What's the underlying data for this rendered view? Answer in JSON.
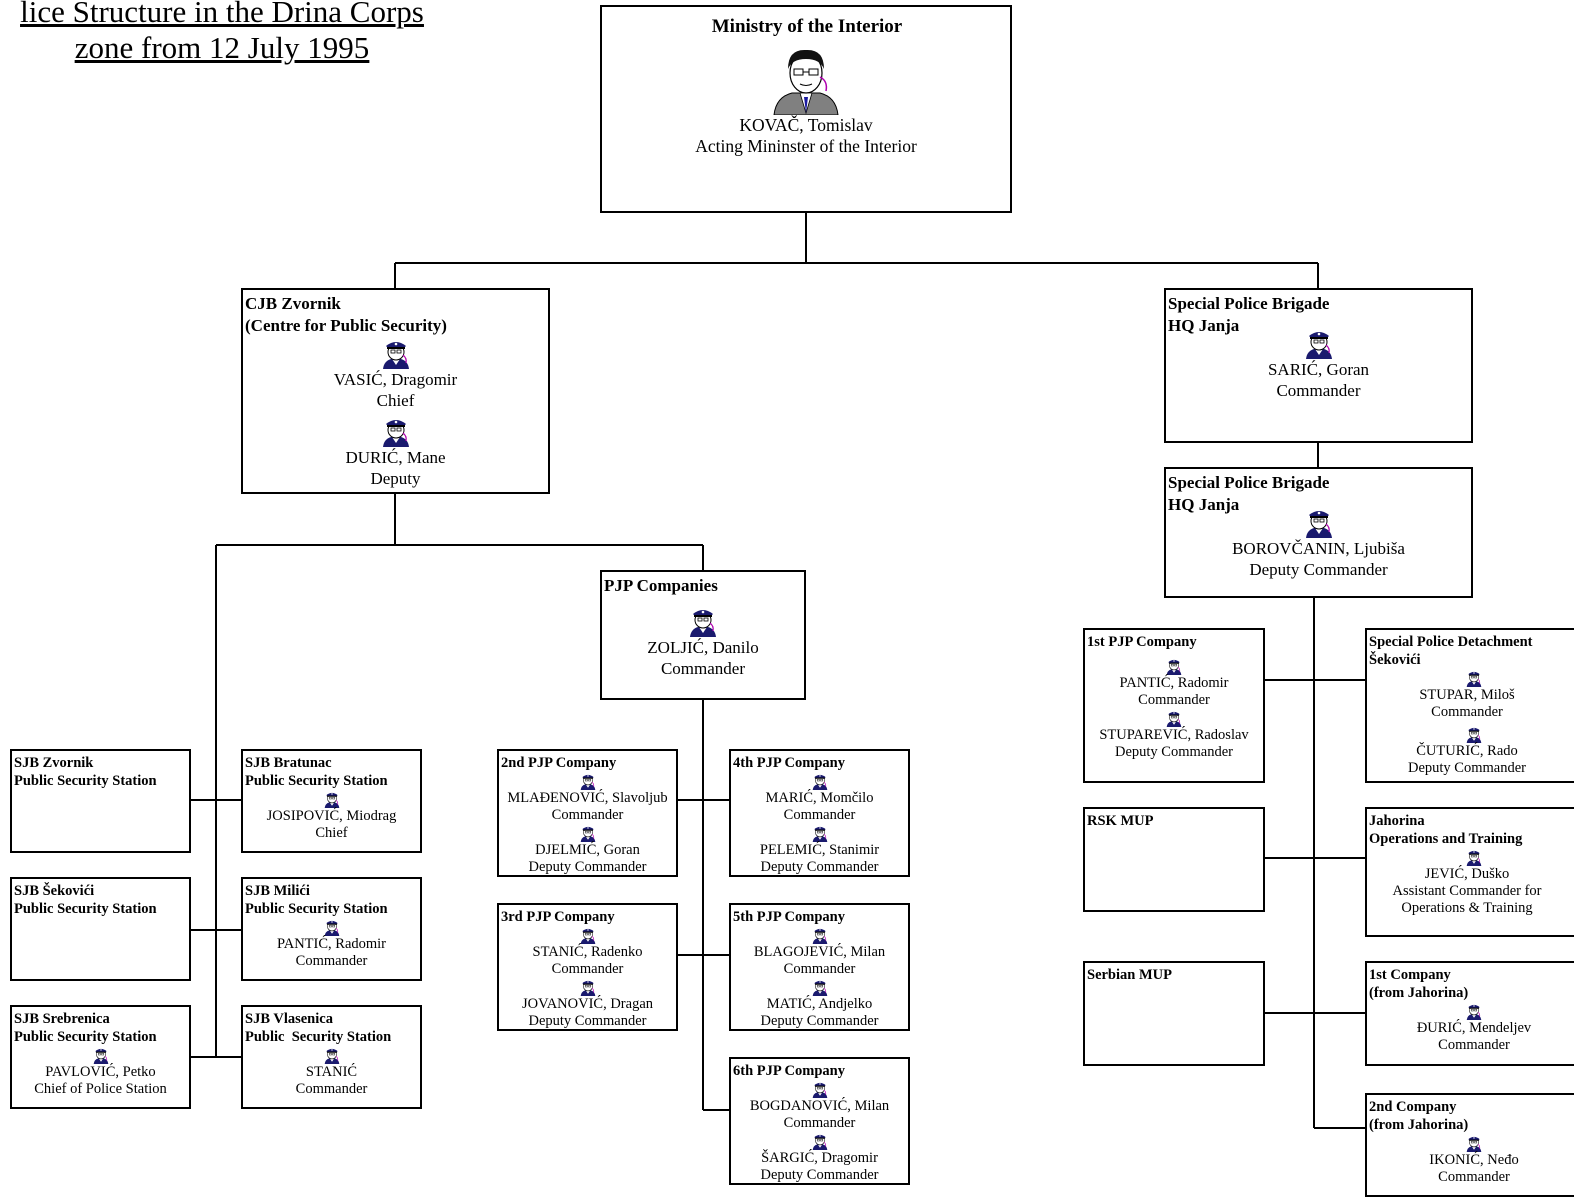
{
  "title": {
    "line1": "lice Structure in the Drina Corps",
    "line2": "zone from 12 July 1995"
  },
  "minister": {
    "heading": "Ministry of the Interior",
    "name": "KOVAČ, Tomislav",
    "role": "Acting Mininster of the Interior"
  },
  "cjb": {
    "heading": "CJB Zvornik\n(Centre for Public Security)",
    "p1_name": "VASIĆ, Dragomir",
    "p1_role": "Chief",
    "p2_name": "DURIĆ, Mane",
    "p2_role": "Deputy"
  },
  "spb1": {
    "heading": "Special Police Brigade\nHQ Janja",
    "name": "SARIĆ, Goran",
    "role": "Commander"
  },
  "spb2": {
    "heading": "Special Police Brigade\nHQ Janja",
    "name": "BOROVČANIN, Ljubiša",
    "role": "Deputy Commander"
  },
  "pjp": {
    "heading": "PJP Companies",
    "name": "ZOLJIĆ, Danilo",
    "role": "Commander"
  },
  "sjb_zvornik": {
    "heading": "SJB Zvornik\nPublic Security Station"
  },
  "sjb_sekovici": {
    "heading": "SJB Šekovići\nPublic Security Station"
  },
  "sjb_srebrenica": {
    "heading": "SJB Srebrenica\nPublic Security Station",
    "name": "PAVLOVIĆ, Petko",
    "role": "Chief of Police Station"
  },
  "sjb_bratunac": {
    "heading": "SJB Bratunac\nPublic Security Station",
    "name": "JOSIPOVIĆ, Miodrag",
    "role": "Chief"
  },
  "sjb_milici": {
    "heading": "SJB Milići\nPublic Security Station",
    "name": "PANTIĆ, Radomir",
    "role": "Commander"
  },
  "sjb_vlasenica": {
    "heading": "SJB Vlasenica\nPublic  Security Station",
    "name": "STANIĆ",
    "role": "Commander"
  },
  "pjp2": {
    "heading": "2nd PJP Company",
    "p1_name": "MLAĐENOVIĆ, Slavoljub",
    "p1_role": "Commander",
    "p2_name": "DJELMIĆ, Goran",
    "p2_role": "Deputy Commander"
  },
  "pjp3": {
    "heading": "3rd PJP Company",
    "p1_name": "STANIĆ, Radenko",
    "p1_role": "Commander",
    "p2_name": "JOVANOVIĆ, Dragan",
    "p2_role": "Deputy Commander"
  },
  "pjp4": {
    "heading": "4th PJP Company",
    "p1_name": "MARIĆ, Momčilo",
    "p1_role": "Commander",
    "p2_name": "PELEMIĆ, Stanimir",
    "p2_role": "Deputy Commander"
  },
  "pjp5": {
    "heading": "5th PJP Company",
    "p1_name": "BLAGOJEVIĆ, Milan",
    "p1_role": "Commander",
    "p2_name": "MATIĆ, Andjelko",
    "p2_role": "Deputy Commander"
  },
  "pjp6": {
    "heading": "6th PJP Company",
    "p1_name": "BOGDANOVIĆ, Milan",
    "p1_role": "Commander",
    "p2_name": "ŠARGIĆ, Dragomir",
    "p2_role": "Deputy Commander"
  },
  "pjp1st": {
    "heading": "1st PJP Company",
    "p1_name": "PANTIĆ, Radomir",
    "p1_role": "Commander",
    "p2_name": "STUPAREVIĆ, Radoslav",
    "p2_role": "Deputy Commander"
  },
  "rsk": {
    "heading": "RSK MUP"
  },
  "serbian": {
    "heading": "Serbian MUP"
  },
  "spd": {
    "heading": "Special Police Detachment\nŠekovići",
    "p1_name": "STUPAR, Miloš",
    "p1_role": "Commander",
    "p2_name": "ČUTURIĆ, Rado",
    "p2_role": "Deputy Commander"
  },
  "jahorina": {
    "heading": "Jahorina\nOperations and Training",
    "name": "JEVIĆ, Duško",
    "role1": "Assistant Commander for",
    "role2": "Operations & Training"
  },
  "co1": {
    "heading": "1st Company\n(from Jahorina)",
    "name": "ĐURIĆ, Mendeljev",
    "role": "Commander"
  },
  "co2": {
    "heading": "2nd Company\n(from Jahorina)",
    "name": "IKONIĆ, Neđo",
    "role": "Commander"
  },
  "colors": {
    "uniform": "#1a1a6e",
    "face": "#ffffff",
    "accent": "#b000b0"
  }
}
